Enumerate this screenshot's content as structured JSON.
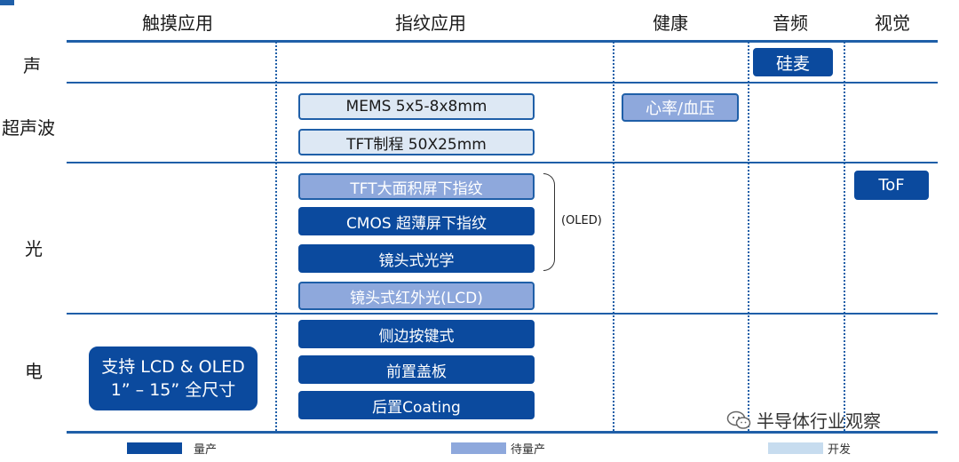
{
  "columns": {
    "touch": "触摸应用",
    "fingerprint": "指纹应用",
    "health": "健康",
    "audio": "音频",
    "vision": "视觉"
  },
  "rows": {
    "sound": "声",
    "ultrasound": "超声波",
    "light": "光",
    "electric": "电"
  },
  "cells": {
    "silicon_mic": "硅麦",
    "mems": "MEMS 5x5-8x8mm",
    "tft_process": "TFT制程 50X25mm",
    "heart_rate": "心率/血压",
    "tft_large": "TFT大面积屏下指纹",
    "cmos_thin": "CMOS 超薄屏下指纹",
    "lens_optical": "镜头式光学",
    "lens_ir": "镜头式红外光(LCD)",
    "tof": "ToF",
    "oled_note": "(OLED)",
    "support_line1": "支持 LCD & OLED",
    "support_line2": "1” – 15” 全尺寸",
    "side_key": "侧边按键式",
    "front_cover": "前置盖板",
    "rear_coating": "后置Coating"
  },
  "legend": {
    "mass": "量产",
    "pending": "待量产",
    "dev": "开发"
  },
  "colors": {
    "mass": "#0b4a9e",
    "pending": "#8ea8dc",
    "dev": "#c7dcef",
    "grid": "#1f5fa8"
  },
  "watermark": "半导体行业观察"
}
